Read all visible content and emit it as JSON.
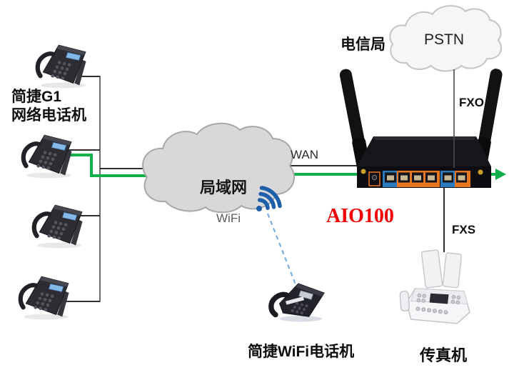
{
  "nodes": {
    "ip_phone_group": {
      "label_line1": "简捷G1",
      "label_line2": "网络电话机",
      "count": 4
    },
    "lan_cloud": {
      "label": "局域网"
    },
    "wifi_ap": {
      "label": "WiFi"
    },
    "wifi_phone": {
      "label": "简捷WiFi电话机"
    },
    "router": {
      "model": "AIO100"
    },
    "pstn_cloud": {
      "label": "PSTN",
      "operator": "电信局"
    },
    "fax": {
      "label": "传真机"
    }
  },
  "links": {
    "wan": {
      "label": "WAN"
    },
    "fxo": {
      "label": "FXO"
    },
    "fxs": {
      "label": "FXS"
    }
  },
  "icons": {
    "wifi_signal": "wifi-signal-icon",
    "flow_arrow": "green-arrow-icon"
  },
  "colors": {
    "line": "#2e2e2e",
    "green": "#12B04A",
    "red": "#F40000",
    "wifi": "#1D5FA9",
    "dash": "#6FA8DC",
    "cloud_fill": "#D8D8DA",
    "cloud_stroke": "#A8A8AC",
    "pstn_fill": "#F6F6F8",
    "pstn_stroke": "#C4C4C8",
    "orange": "#E87722",
    "port_blue": "#2B7BBF"
  }
}
